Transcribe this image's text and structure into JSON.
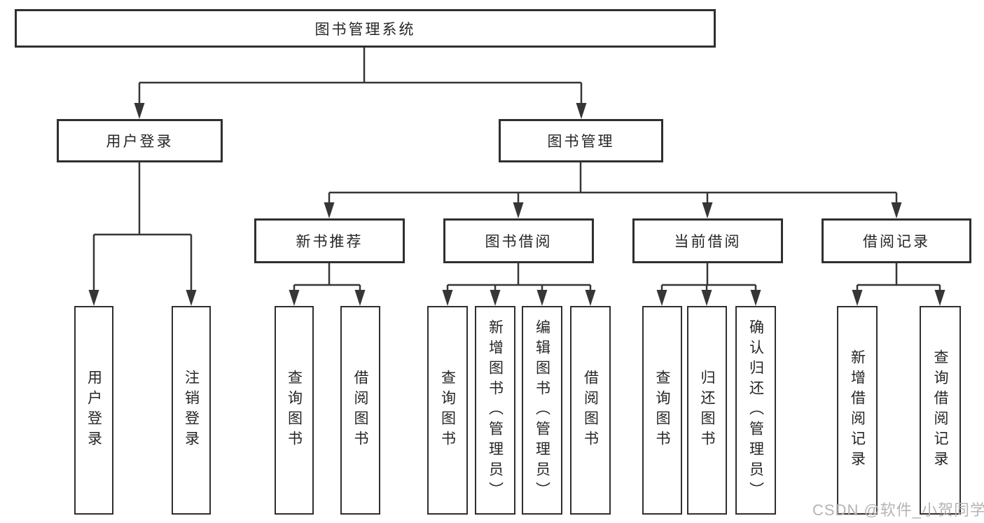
{
  "diagram_title": "图书管理系统",
  "nodes": {
    "root": "图书管理系统",
    "user_login": "用户登录",
    "book_mgmt": "图书管理",
    "new_book_rec": "新书推荐",
    "book_borrow": "图书借阅",
    "current_borrow": "当前借阅",
    "borrow_record": "借阅记录",
    "ul_user_login": "用户登录",
    "ul_logout": "注销登录",
    "nb_query_books": "查询图书",
    "nb_borrow_books": "借阅图书",
    "bb_query_books": "查询图书",
    "bb_add_books": "新增图书（管理员）",
    "bb_edit_books": "编辑图书（管理员）",
    "bb_borrow_books": "借阅图书",
    "cb_query_books": "查询图书",
    "cb_return_books": "归还图书",
    "cb_confirm_return": "确认归还（管理员）",
    "br_add_record": "新增借阅记录",
    "br_query_record": "查询借阅记录"
  },
  "hierarchy": {
    "图书管理系统": [
      "用户登录",
      "图书管理"
    ],
    "用户登录": [
      "用户登录",
      "注销登录"
    ],
    "图书管理": [
      "新书推荐",
      "图书借阅",
      "当前借阅",
      "借阅记录"
    ],
    "新书推荐": [
      "查询图书",
      "借阅图书"
    ],
    "图书借阅": [
      "查询图书",
      "新增图书（管理员）",
      "编辑图书（管理员）",
      "借阅图书"
    ],
    "当前借阅": [
      "查询图书",
      "归还图书",
      "确认归还（管理员）"
    ],
    "借阅记录": [
      "新增借阅记录",
      "查询借阅记录"
    ]
  },
  "watermark": {
    "text": "CSDN @软件_小贺同学",
    "color": "#b4b4b4"
  },
  "colors": {
    "line": "#363636",
    "box_border": "#2f2f2f",
    "box_background": "#ffffff",
    "text": "#262626",
    "page_background": "#ffffff"
  }
}
